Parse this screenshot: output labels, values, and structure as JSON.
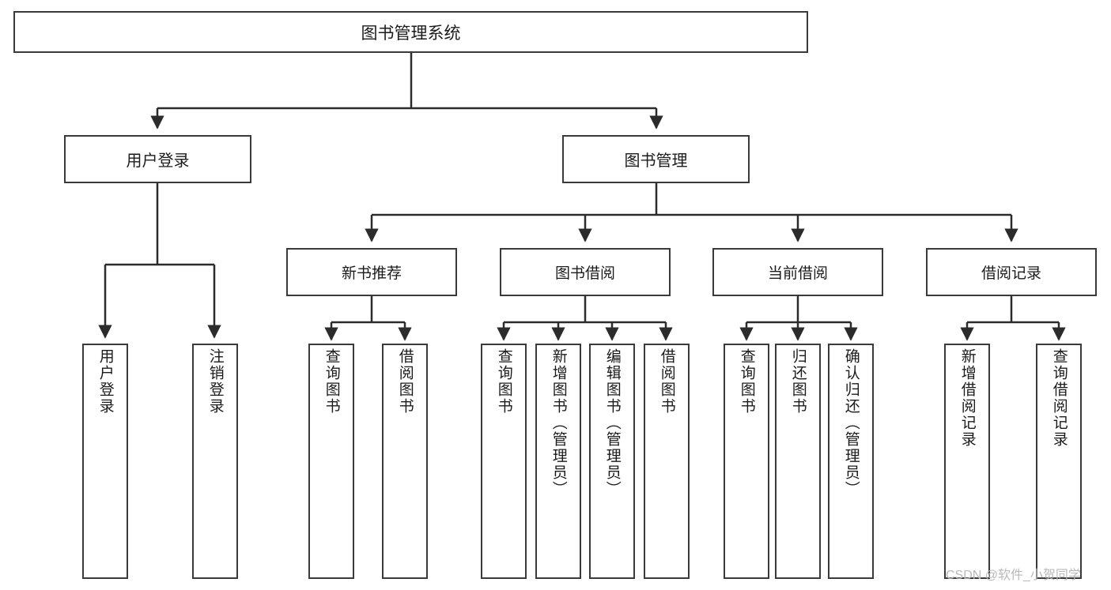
{
  "diagram": {
    "title": "图书管理系统",
    "type": "tree-hierarchy-diagram",
    "style": {
      "box_border_color": "#3a3a3a",
      "box_fill_color": "#ffffff",
      "connector_color": "#2b2b2b",
      "background_color": "#ffffff",
      "watermark_color": "#b9b9b9"
    },
    "root": {
      "label": "图书管理系统"
    },
    "level1": [
      {
        "label": "用户登录"
      },
      {
        "label": "图书管理"
      }
    ],
    "level2": [
      {
        "label": "新书推荐"
      },
      {
        "label": "图书借阅"
      },
      {
        "label": "当前借阅"
      },
      {
        "label": "借阅记录"
      }
    ],
    "leaves": {
      "user_login": [
        "用户登录",
        "注销登录"
      ],
      "new_book_recommend": [
        "查询图书",
        "借阅图书"
      ],
      "book_borrow": [
        "查询图书",
        "新增图书（管理员）",
        "编辑图书（管理员）",
        "借阅图书"
      ],
      "current_borrow": [
        "查询图书",
        "归还图书",
        "确认归还（管理员）"
      ],
      "borrow_record": [
        "新增借阅记录",
        "查询借阅记录"
      ]
    }
  },
  "watermark": {
    "text": "CSDN @软件_小贺同学"
  }
}
